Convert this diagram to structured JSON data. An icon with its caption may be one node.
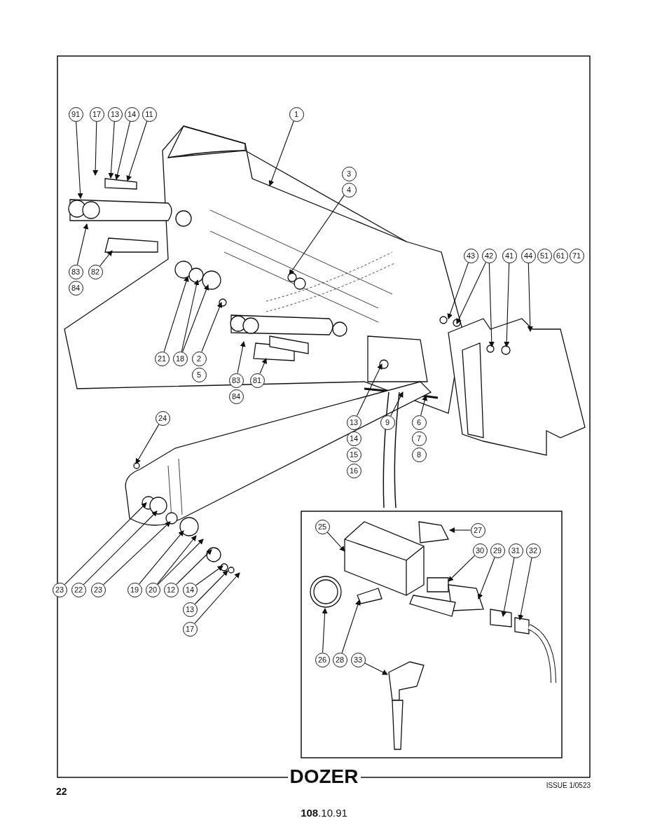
{
  "diagram": {
    "title": "DOZER",
    "nodes": [
      {
        "text": [
          "91"
        ]
      },
      {
        "text": [
          "17"
        ]
      },
      {
        "text": [
          "13"
        ]
      },
      {
        "text": [
          "14"
        ]
      },
      {
        "text": [
          "11"
        ]
      },
      {
        "text": [
          "1"
        ]
      },
      {
        "text": [
          "3",
          "4"
        ]
      },
      {
        "text": [
          "83",
          "84"
        ]
      },
      {
        "text": [
          "82"
        ]
      },
      {
        "text": [
          "43"
        ]
      },
      {
        "text": [
          "42"
        ]
      },
      {
        "text": [
          "41"
        ]
      },
      {
        "text": [
          "44",
          "51",
          "61",
          "71"
        ]
      },
      {
        "text": [
          "21"
        ]
      },
      {
        "text": [
          "18"
        ]
      },
      {
        "text": [
          "2",
          "5"
        ]
      },
      {
        "text": [
          "83",
          "84"
        ]
      },
      {
        "text": [
          "81"
        ]
      },
      {
        "text": [
          "13",
          "14",
          "15",
          "16"
        ]
      },
      {
        "text": [
          "9"
        ]
      },
      {
        "text": [
          "6",
          "7",
          "8"
        ]
      },
      {
        "text": [
          "24"
        ]
      },
      {
        "text": [
          "23"
        ]
      },
      {
        "text": [
          "22"
        ]
      },
      {
        "text": [
          "23"
        ]
      },
      {
        "text": [
          "19"
        ]
      },
      {
        "text": [
          "20"
        ]
      },
      {
        "text": [
          "12"
        ]
      },
      {
        "text": [
          "14"
        ]
      },
      {
        "text": [
          "13"
        ]
      },
      {
        "text": [
          "17"
        ]
      },
      {
        "text": [
          "25"
        ]
      },
      {
        "text": [
          "27"
        ]
      },
      {
        "text": [
          "30"
        ]
      },
      {
        "text": [
          "29"
        ]
      },
      {
        "text": [
          "31"
        ]
      },
      {
        "text": [
          "32"
        ]
      },
      {
        "text": [
          "26"
        ]
      },
      {
        "text": [
          "28"
        ]
      },
      {
        "text": [
          "33"
        ]
      }
    ],
    "edges": [
      {
        "from": 0,
        "to": null,
        "arrow": "to"
      },
      {
        "from": 1,
        "to": null,
        "arrow": "to"
      },
      {
        "from": 2,
        "to": null,
        "arrow": "to"
      },
      {
        "from": 3,
        "to": null,
        "arrow": "to"
      },
      {
        "from": 4,
        "to": null,
        "arrow": "to"
      },
      {
        "from": 5,
        "to": null,
        "arrow": "to"
      },
      {
        "from": 6,
        "to": null,
        "arrow": "to"
      },
      {
        "from": 7,
        "to": null,
        "arrow": "to"
      },
      {
        "from": 8,
        "to": null,
        "arrow": "to"
      },
      {
        "from": 9,
        "to": null,
        "arrow": "to"
      },
      {
        "from": 10,
        "to": null,
        "arrow": "to"
      },
      {
        "from": 10,
        "to": null,
        "arrow": "to"
      },
      {
        "from": 11,
        "to": null,
        "arrow": "to"
      },
      {
        "from": 12,
        "to": null,
        "arrow": "to"
      },
      {
        "from": 13,
        "to": null,
        "arrow": "to"
      },
      {
        "from": 14,
        "to": null,
        "arrow": "to"
      },
      {
        "from": 14,
        "to": null,
        "arrow": "to"
      },
      {
        "from": 15,
        "to": null,
        "arrow": "to"
      },
      {
        "from": 16,
        "to": null,
        "arrow": "to"
      },
      {
        "from": 17,
        "to": null,
        "arrow": "to"
      },
      {
        "from": 18,
        "to": null,
        "arrow": "to"
      },
      {
        "from": 19,
        "to": null,
        "arrow": "to"
      },
      {
        "from": 20,
        "to": null,
        "arrow": "to"
      },
      {
        "from": 21,
        "to": null,
        "arrow": "to"
      },
      {
        "from": 22,
        "to": null,
        "arrow": "to"
      },
      {
        "from": 23,
        "to": null,
        "arrow": "to"
      },
      {
        "from": 24,
        "to": null,
        "arrow": "to"
      },
      {
        "from": 25,
        "to": null,
        "arrow": "to"
      },
      {
        "from": 26,
        "to": null,
        "arrow": "to"
      },
      {
        "from": 26,
        "to": null,
        "arrow": "to"
      },
      {
        "from": 27,
        "to": null,
        "arrow": "to"
      },
      {
        "from": 28,
        "to": null,
        "arrow": "to"
      },
      {
        "from": 29,
        "to": null,
        "arrow": "to"
      },
      {
        "from": 30,
        "to": null,
        "arrow": "to"
      },
      {
        "from": 31,
        "to": null,
        "arrow": "to"
      },
      {
        "from": 32,
        "to": null,
        "arrow": "to"
      },
      {
        "from": 33,
        "to": null,
        "arrow": "to"
      },
      {
        "from": 34,
        "to": null,
        "arrow": "to"
      },
      {
        "from": 35,
        "to": null,
        "arrow": "to"
      },
      {
        "from": 36,
        "to": null,
        "arrow": "to"
      },
      {
        "from": 37,
        "to": null,
        "arrow": "to"
      },
      {
        "from": 38,
        "to": null,
        "arrow": "to"
      },
      {
        "from": 39,
        "to": null,
        "arrow": "to"
      }
    ],
    "labels": [
      "22",
      "ISSUE 1/0523",
      "**108**.10.91"
    ]
  }
}
